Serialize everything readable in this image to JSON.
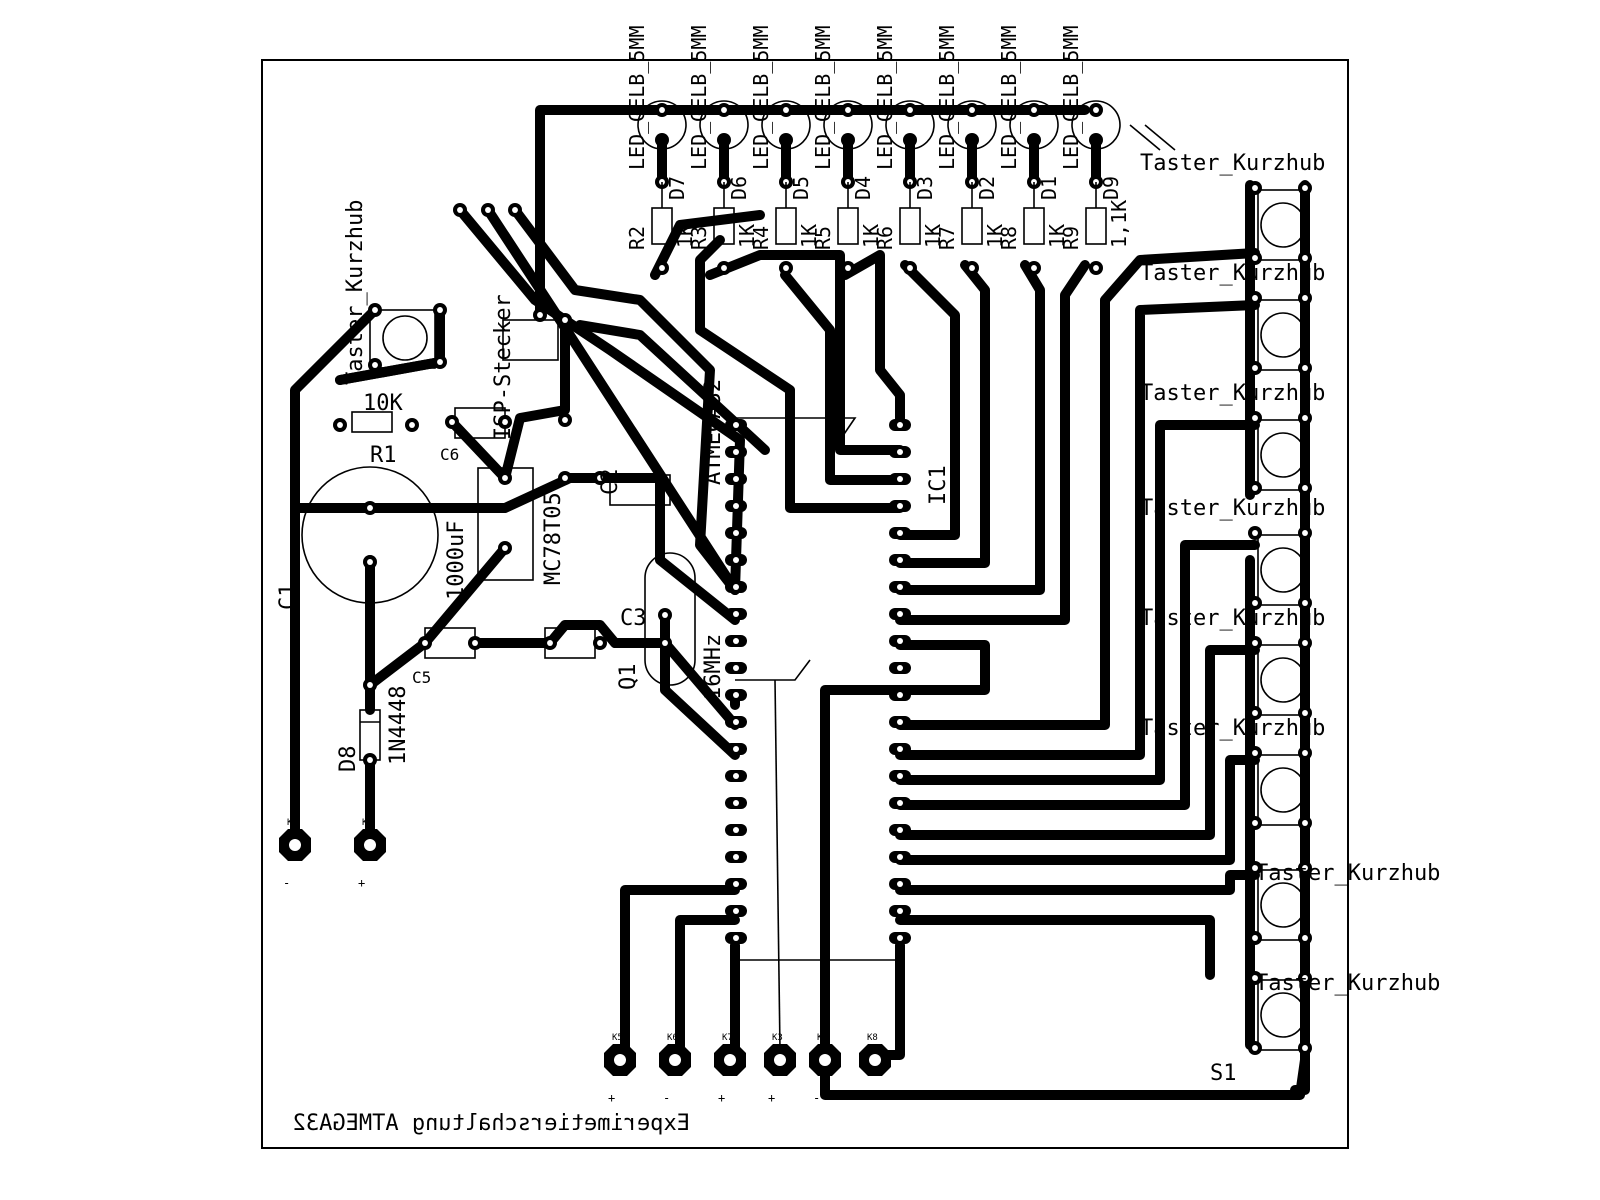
{
  "title": "Experimetierschaltung ATMEGA32",
  "ic": {
    "name": "IC1",
    "value": "ATMEGA32"
  },
  "regulator": "MC78T05",
  "isp": "ISP-Stecker",
  "crystal": {
    "name": "Q1",
    "value": "16MHz"
  },
  "resistors": [
    {
      "name": "R1",
      "value": "10K"
    },
    {
      "name": "R2",
      "value": "1K"
    },
    {
      "name": "R3",
      "value": "1K"
    },
    {
      "name": "R4",
      "value": "1K"
    },
    {
      "name": "R5",
      "value": "1K"
    },
    {
      "name": "R6",
      "value": "1K"
    },
    {
      "name": "R7",
      "value": "1K"
    },
    {
      "name": "R8",
      "value": "1K"
    },
    {
      "name": "R9",
      "value": "1,1K"
    }
  ],
  "leds": [
    {
      "name": "D7",
      "part": "LED_GELB_5MM"
    },
    {
      "name": "D6",
      "part": "LED_GELB_5MM"
    },
    {
      "name": "D5",
      "part": "LED_GELB_5MM"
    },
    {
      "name": "D4",
      "part": "LED_GELB_5MM"
    },
    {
      "name": "D3",
      "part": "LED_GELB_5MM"
    },
    {
      "name": "D2",
      "part": "LED_GELB_5MM"
    },
    {
      "name": "D1",
      "part": "LED_GELB_5MM"
    },
    {
      "name": "D9",
      "part": "LED_GELB_5MM"
    }
  ],
  "capacitors": [
    {
      "name": "C1",
      "value": "1000uF"
    },
    {
      "name": "C2"
    },
    {
      "name": "C3"
    },
    {
      "name": "C5"
    },
    {
      "name": "C6"
    }
  ],
  "diode": {
    "name": "D8",
    "value": "1N4448"
  },
  "switch_part": "Taster_Kurzhub",
  "switch_name": "S1",
  "connectors": [
    "K1",
    "K2",
    "K3",
    "K4",
    "K5",
    "K6",
    "K7",
    "K8"
  ],
  "polarity": {
    "plus": "+",
    "minus": "-"
  }
}
